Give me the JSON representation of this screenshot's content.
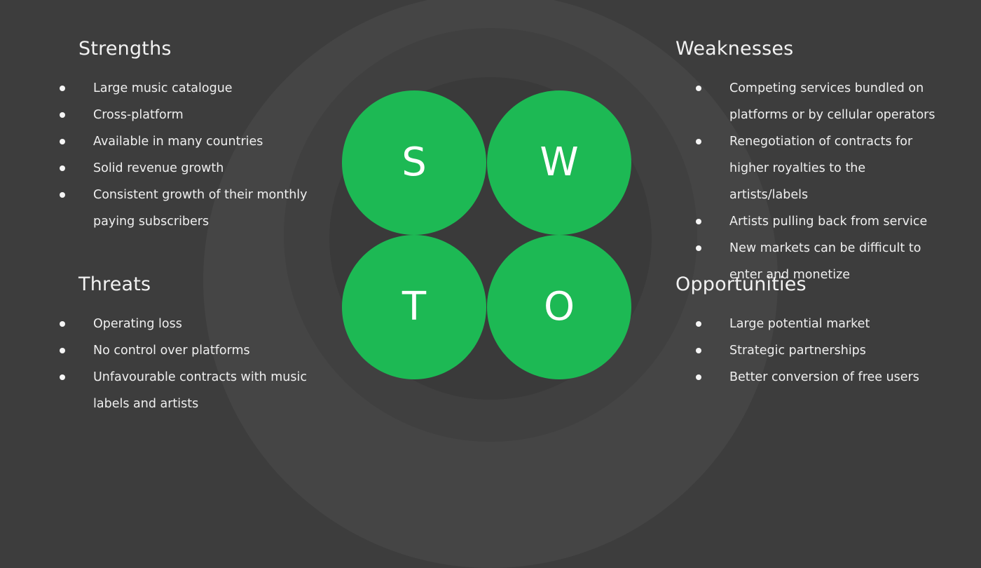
{
  "colors": {
    "background": "#3d3d3d",
    "accent": "#1db954",
    "text": "#f2f2f2"
  },
  "strengths": {
    "title": "Strengths",
    "items": [
      "Large music catalogue",
      "Cross-platform",
      "Available in many countries",
      "Solid revenue growth",
      "Consistent growth of their monthly paying subscribers"
    ]
  },
  "weaknesses": {
    "title": "Weaknesses",
    "items": [
      "Competing services bundled on platforms or by cellular operators",
      "Renegotiation of contracts for higher royalties to the artists/labels",
      "Artists pulling back from service",
      "New markets can be difficult to enter and monetize"
    ]
  },
  "threats": {
    "title": "Threats",
    "items": [
      "Operating loss",
      "No control over platforms",
      "Unfavourable contracts with music labels and artists"
    ]
  },
  "opportunities": {
    "title": "Opportunities",
    "items": [
      "Large potential market",
      "Strategic partnerships",
      "Better conversion of free users"
    ]
  },
  "circles": {
    "s": "S",
    "w": "W",
    "t": "T",
    "o": "O"
  }
}
